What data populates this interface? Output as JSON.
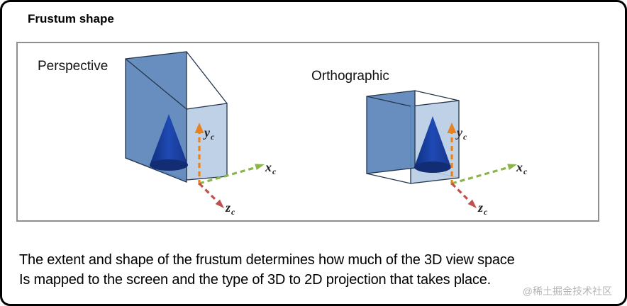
{
  "title": "Frustum shape",
  "panel": {
    "perspective_label": "Perspective",
    "orthographic_label": "Orthographic"
  },
  "axes": {
    "x": {
      "letter": "x",
      "sub": "c"
    },
    "y": {
      "letter": "y",
      "sub": "c"
    },
    "z": {
      "letter": "z",
      "sub": "c"
    }
  },
  "caption": {
    "line1": "The extent and shape of the frustum determines how much of the 3D view space",
    "line2": "Is mapped to the screen and the type of 3D to 2D projection that takes place."
  },
  "watermark": "@稀土掘金技术社区",
  "colors": {
    "axis_x_green": "#8ab54a",
    "axis_y_orange": "#e8821e",
    "axis_z_red": "#c0504d",
    "frustum_face_dark": "#5f88bc",
    "frustum_face_light": "#b9cde4",
    "frustum_edge": "#24364e",
    "cone_blue": "#1f4ab4",
    "panel_border": "#8f8f8f"
  }
}
